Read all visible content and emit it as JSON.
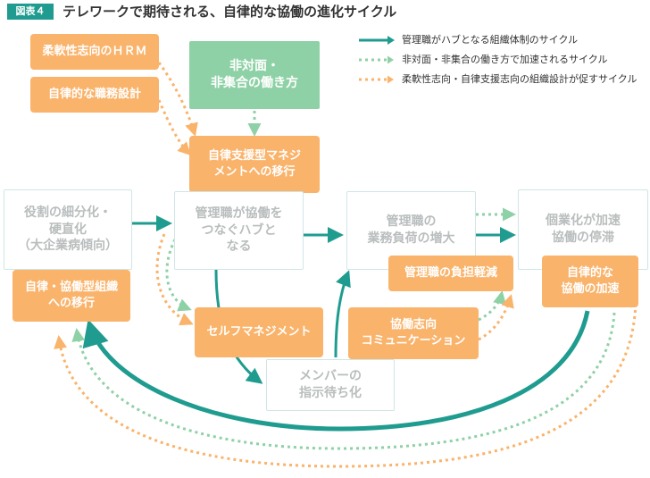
{
  "figure": {
    "badge": "図表４",
    "title": "テレワークで期待される、自律的な協働の進化サイクル"
  },
  "legend": [
    {
      "label": "管理職がハブとなる組織体制のサイクル",
      "style": "solid",
      "color": "#1f9c8f"
    },
    {
      "label": "非対面・非集合の働き方で加速されるサイクル",
      "style": "dotted",
      "color": "#8fd1a6"
    },
    {
      "label": "柔軟性志向・自律支援志向の組織設計が促すサイクル",
      "style": "dotted",
      "color": "#f9b36b"
    }
  ],
  "colors": {
    "teal": "#1f9c8f",
    "green": "#8fd1a6",
    "orange": "#f9b36b",
    "gray_border": "#cfe6e5",
    "gray_text": "#b9bdbd"
  },
  "boxes": {
    "hrm": [
      "柔軟性志向のＨＲＭ"
    ],
    "job_design": [
      "自律的な職務設計"
    ],
    "non_face": [
      "非対面・",
      "非集合の働き方"
    ],
    "self_mgmt_mgmt": [
      "自律支援型マネジ",
      "メントへの移行"
    ],
    "role_division": [
      "役割の細分化・",
      "硬直化",
      "（大企業病傾向）"
    ],
    "hub_manager": [
      "管理職が協働を",
      "つなぐハブと",
      "なる"
    ],
    "manager_load": [
      "管理職の",
      "業務負荷の増大"
    ],
    "individualization": [
      "個業化が加速",
      "協働の停滞"
    ],
    "load_reduction": [
      "管理職の負担軽減"
    ],
    "autonomous_collab": [
      "自律的な",
      "協働の加速"
    ],
    "autonomy_shift": [
      "自律・協働型組織",
      "への移行"
    ],
    "self_management": [
      "セルフマネジメント"
    ],
    "collab_communication": [
      "協働志向",
      "コミュニケーション"
    ],
    "member_waiting": [
      "メンバーの",
      "指示待ち化"
    ]
  }
}
